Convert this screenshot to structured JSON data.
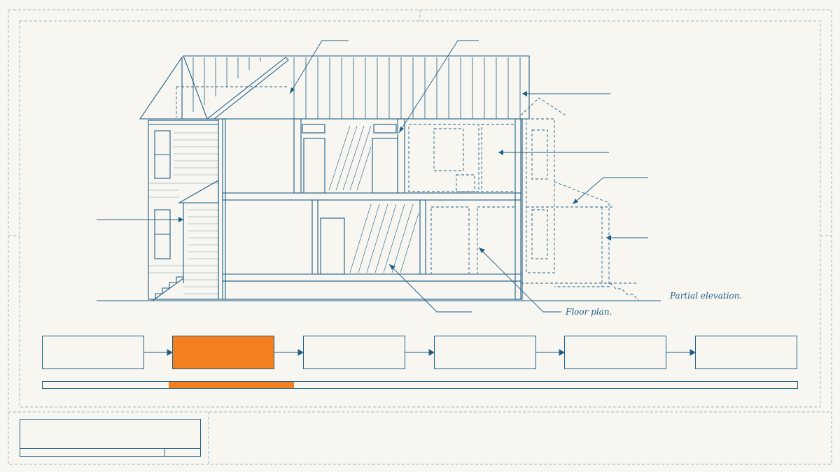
{
  "annotations": {
    "partial_elevation": "Partial elevation.",
    "floor_plan": "Floor plan."
  },
  "steps": {
    "count": 6,
    "active_index": 1
  },
  "progress": {
    "segments": 6,
    "active_segment": 1
  },
  "colors": {
    "line": "#1f5f86",
    "accent": "#f47f1e",
    "paper": "#f7f6f1",
    "dashed_frame": "#9bb5c9"
  }
}
